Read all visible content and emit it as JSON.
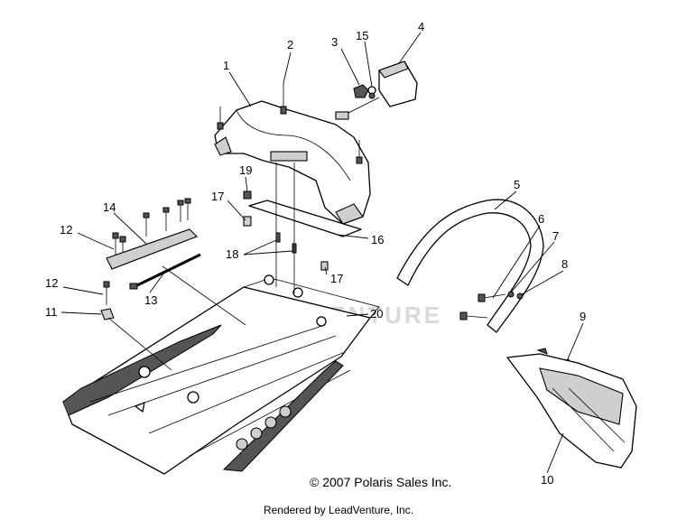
{
  "diagram": {
    "callouts": [
      {
        "id": "c1",
        "label": "1"
      },
      {
        "id": "c2",
        "label": "2"
      },
      {
        "id": "c3",
        "label": "3"
      },
      {
        "id": "c15",
        "label": "15"
      },
      {
        "id": "c4",
        "label": "4"
      },
      {
        "id": "c5",
        "label": "5"
      },
      {
        "id": "c6",
        "label": "6"
      },
      {
        "id": "c7",
        "label": "7"
      },
      {
        "id": "c8",
        "label": "8"
      },
      {
        "id": "c9",
        "label": "9"
      },
      {
        "id": "c10",
        "label": "10"
      },
      {
        "id": "c11",
        "label": "11"
      },
      {
        "id": "c12a",
        "label": "12"
      },
      {
        "id": "c12b",
        "label": "12"
      },
      {
        "id": "c13",
        "label": "13"
      },
      {
        "id": "c14",
        "label": "14"
      },
      {
        "id": "c16",
        "label": "16"
      },
      {
        "id": "c17a",
        "label": "17"
      },
      {
        "id": "c17b",
        "label": "17"
      },
      {
        "id": "c18",
        "label": "18"
      },
      {
        "id": "c19",
        "label": "19"
      },
      {
        "id": "c20",
        "label": "20"
      }
    ],
    "watermark_text": "LEADVENTURE"
  },
  "footer": {
    "copyright": "© 2007 Polaris Sales Inc.",
    "rendered_by": "Rendered by LeadVenture, Inc."
  }
}
